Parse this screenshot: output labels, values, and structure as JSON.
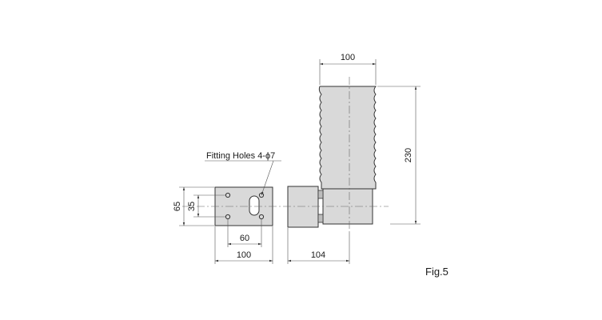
{
  "figure": {
    "label": "Fig.5",
    "callout": "Fitting Holes 4-ϕ7"
  },
  "dimensions": {
    "body_width": "100",
    "body_height": "230",
    "plate_width": "100",
    "hole_spacing_x": "60",
    "plate_height": "65",
    "hole_spacing_y": "35",
    "arm_length": "104"
  },
  "colors": {
    "body_fill": "#d9d9d9",
    "line": "#333333",
    "background": "#ffffff"
  }
}
